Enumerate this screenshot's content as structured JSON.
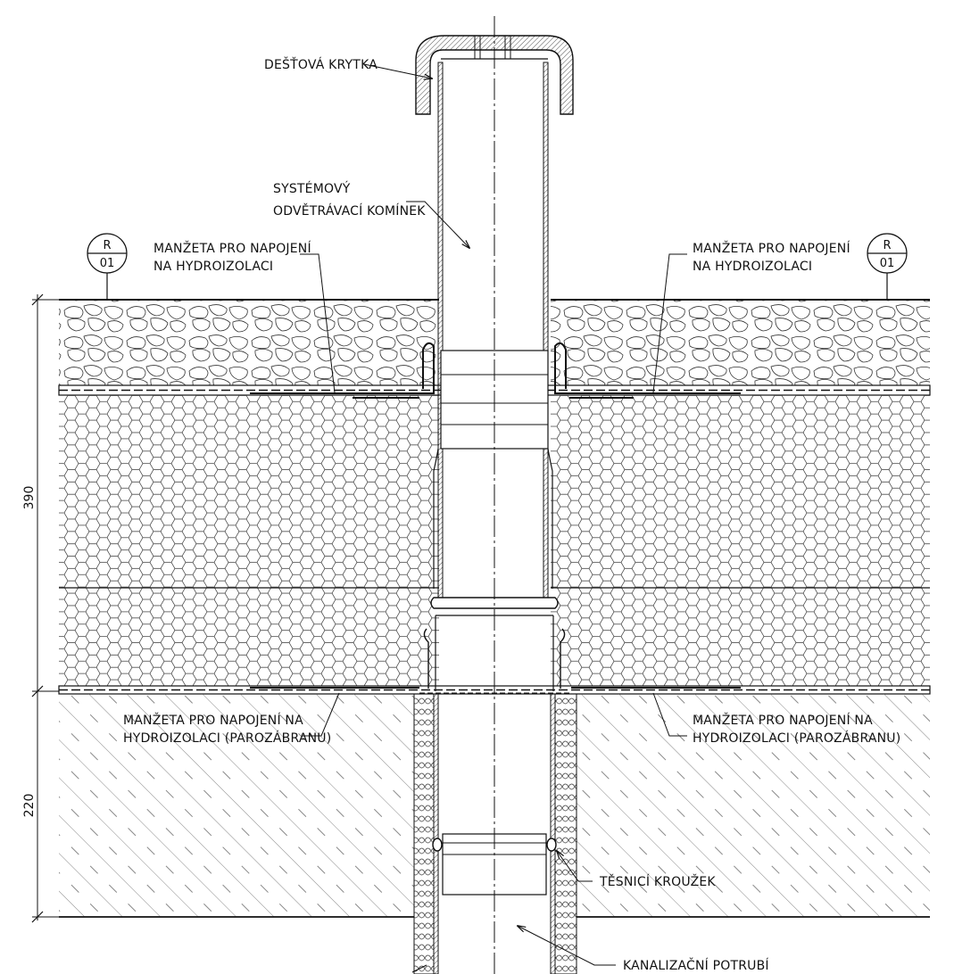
{
  "labels": {
    "rain_cap": "DEŠŤOVÁ KRYTKA",
    "chimney_line1": "SYSTÉMOVÝ",
    "chimney_line2": "ODVĚTRÁVACÍ KOMÍNEK",
    "collar_left_line1": "MANŽETA PRO NAPOJENÍ",
    "collar_left_line2": "NA HYDROIZOLACI",
    "collar_right_line1": "MANŽETA PRO NAPOJENÍ",
    "collar_right_line2": "NA HYDROIZOLACI",
    "vapor_left_line1": "MANŽETA PRO NAPOJENÍ NA",
    "vapor_left_line2": "HYDROIZOLACI (PAROZÁBRANU)",
    "vapor_right_line1": "MANŽETA PRO NAPOJENÍ NA",
    "vapor_right_line2": "HYDROIZOLACI (PAROZÁBRANU)",
    "seal_ring": "TĚSNICÍ KROUŽEK",
    "sewer_pipe": "KANALIZAČNÍ POTRUBÍ"
  },
  "dimensions": {
    "upper": "390",
    "lower": "220"
  },
  "refs": {
    "left_top": "R",
    "left_bottom": "01",
    "right_top": "R",
    "right_bottom": "01"
  }
}
